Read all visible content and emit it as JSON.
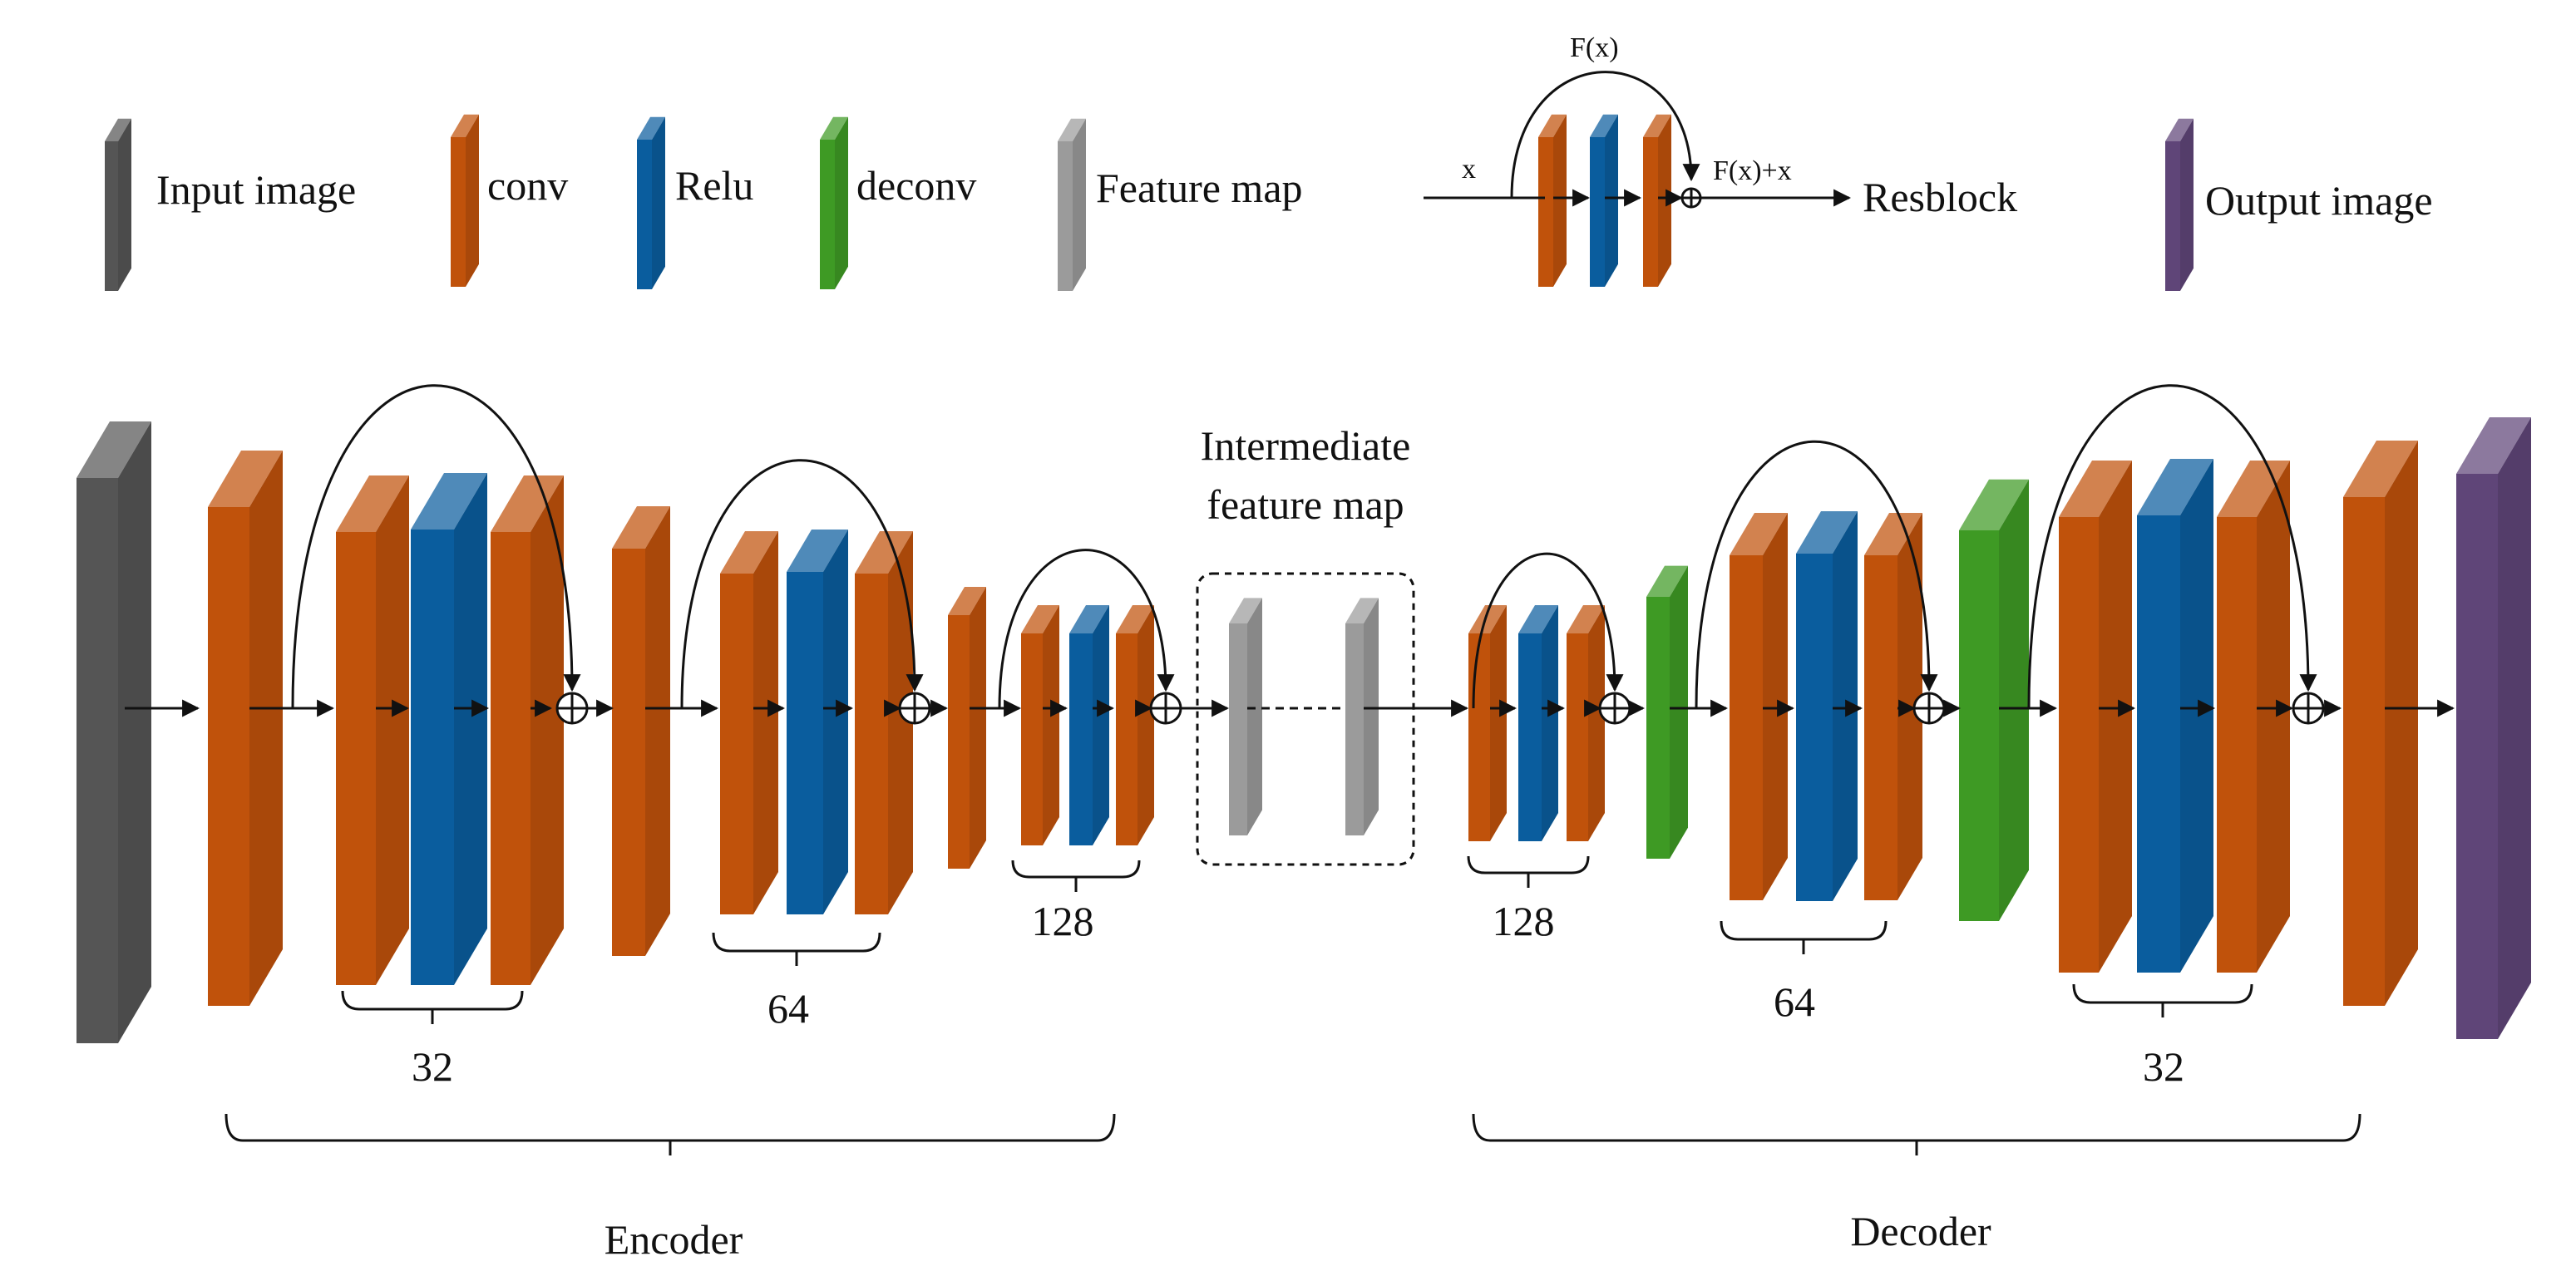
{
  "legend": {
    "input_image": "Input image",
    "conv": "conv",
    "relu": "Relu",
    "deconv": "deconv",
    "feature_map": "Feature map",
    "resblock": {
      "fx": "F(x)",
      "x": "x",
      "fx_plus_x": "F(x)+x",
      "label": "Resblock"
    },
    "output_image": "Output image"
  },
  "intermediate": {
    "line1": "Intermediate",
    "line2": "feature map"
  },
  "encoder": {
    "label": "Encoder",
    "groups": [
      "32",
      "64",
      "128"
    ]
  },
  "decoder": {
    "label": "Decoder",
    "groups": [
      "128",
      "64",
      "32"
    ]
  },
  "colors": {
    "input": "#555555",
    "conv": "#C0520B",
    "relu": "#0A5D9E",
    "deconv": "#3E9A24",
    "feature": "#9B9B9B",
    "output": "#5F4578"
  }
}
